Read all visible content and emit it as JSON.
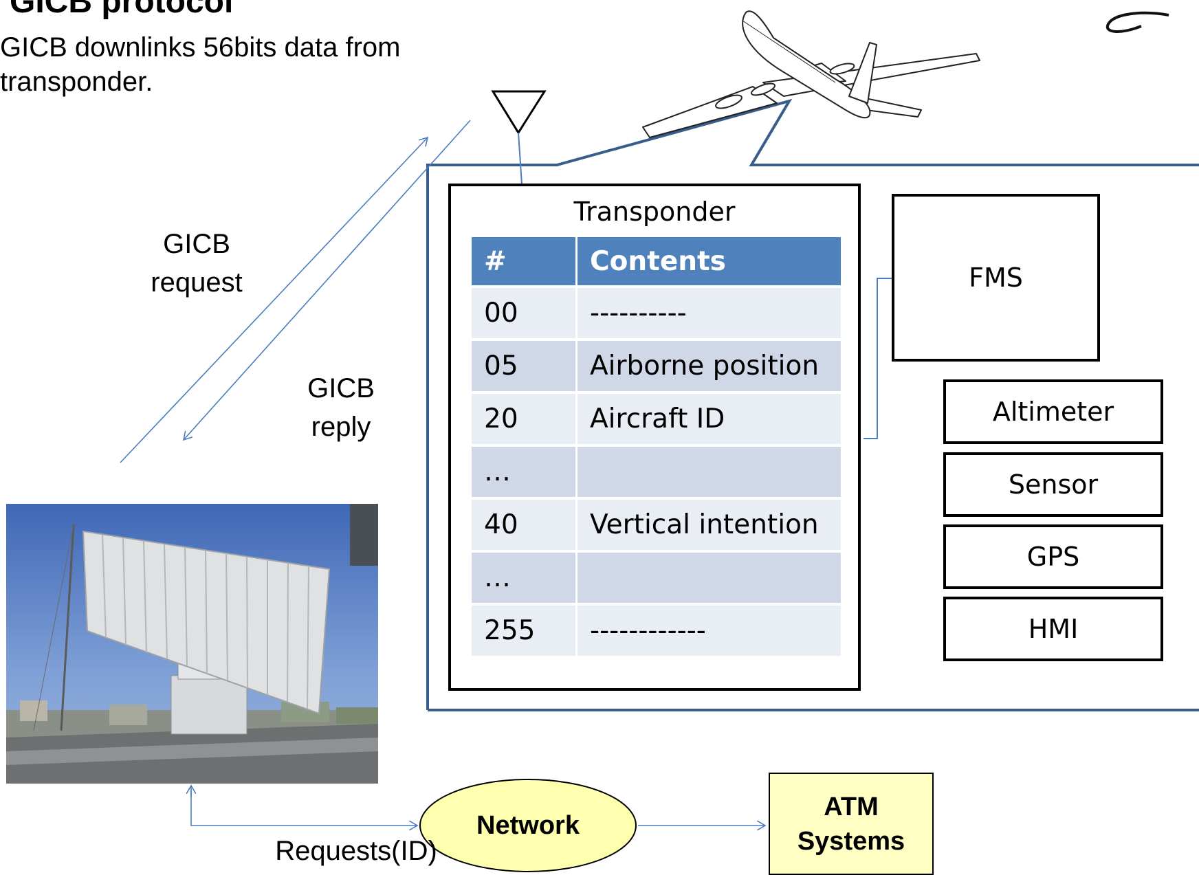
{
  "heading": {
    "title": "GICB protocol",
    "subtitle_line1": "GICB downlinks 56bits data from",
    "subtitle_line2": "transponder."
  },
  "links": {
    "request_line1": "GICB",
    "request_line2": "request",
    "reply_line1": "GICB",
    "reply_line2": "reply",
    "requests_label": "Requests(ID)"
  },
  "transponder": {
    "title": "Transponder",
    "col_num": "#",
    "col_contents": "Contents",
    "rows": [
      {
        "num": "00",
        "content": "----------"
      },
      {
        "num": "05",
        "content": "Airborne position"
      },
      {
        "num": "20",
        "content": "Aircraft ID"
      },
      {
        "num": "…",
        "content": ""
      },
      {
        "num": "40",
        "content": "Vertical intention"
      },
      {
        "num": "…",
        "content": ""
      },
      {
        "num": "255",
        "content": "------------"
      }
    ]
  },
  "systems": {
    "fms": "FMS",
    "altimeter": "Altimeter",
    "sensor": "Sensor",
    "gps": "GPS",
    "hmi": "HMI"
  },
  "ground": {
    "network": "Network",
    "atm_line1": "ATM",
    "atm_line2": "Systems"
  },
  "colors": {
    "header_blue": "#4f81bd",
    "row_odd": "#d0d8e8",
    "row_even": "#e9edf4",
    "outline_blue": "#385d8a",
    "link_blue": "#4a7cc0",
    "network_fill": "#ffffb0",
    "atm_fill": "#ffffc4"
  },
  "icons": [
    "antenna-icon",
    "airplane-icon",
    "radar-photo",
    "logo-arc-icon"
  ]
}
